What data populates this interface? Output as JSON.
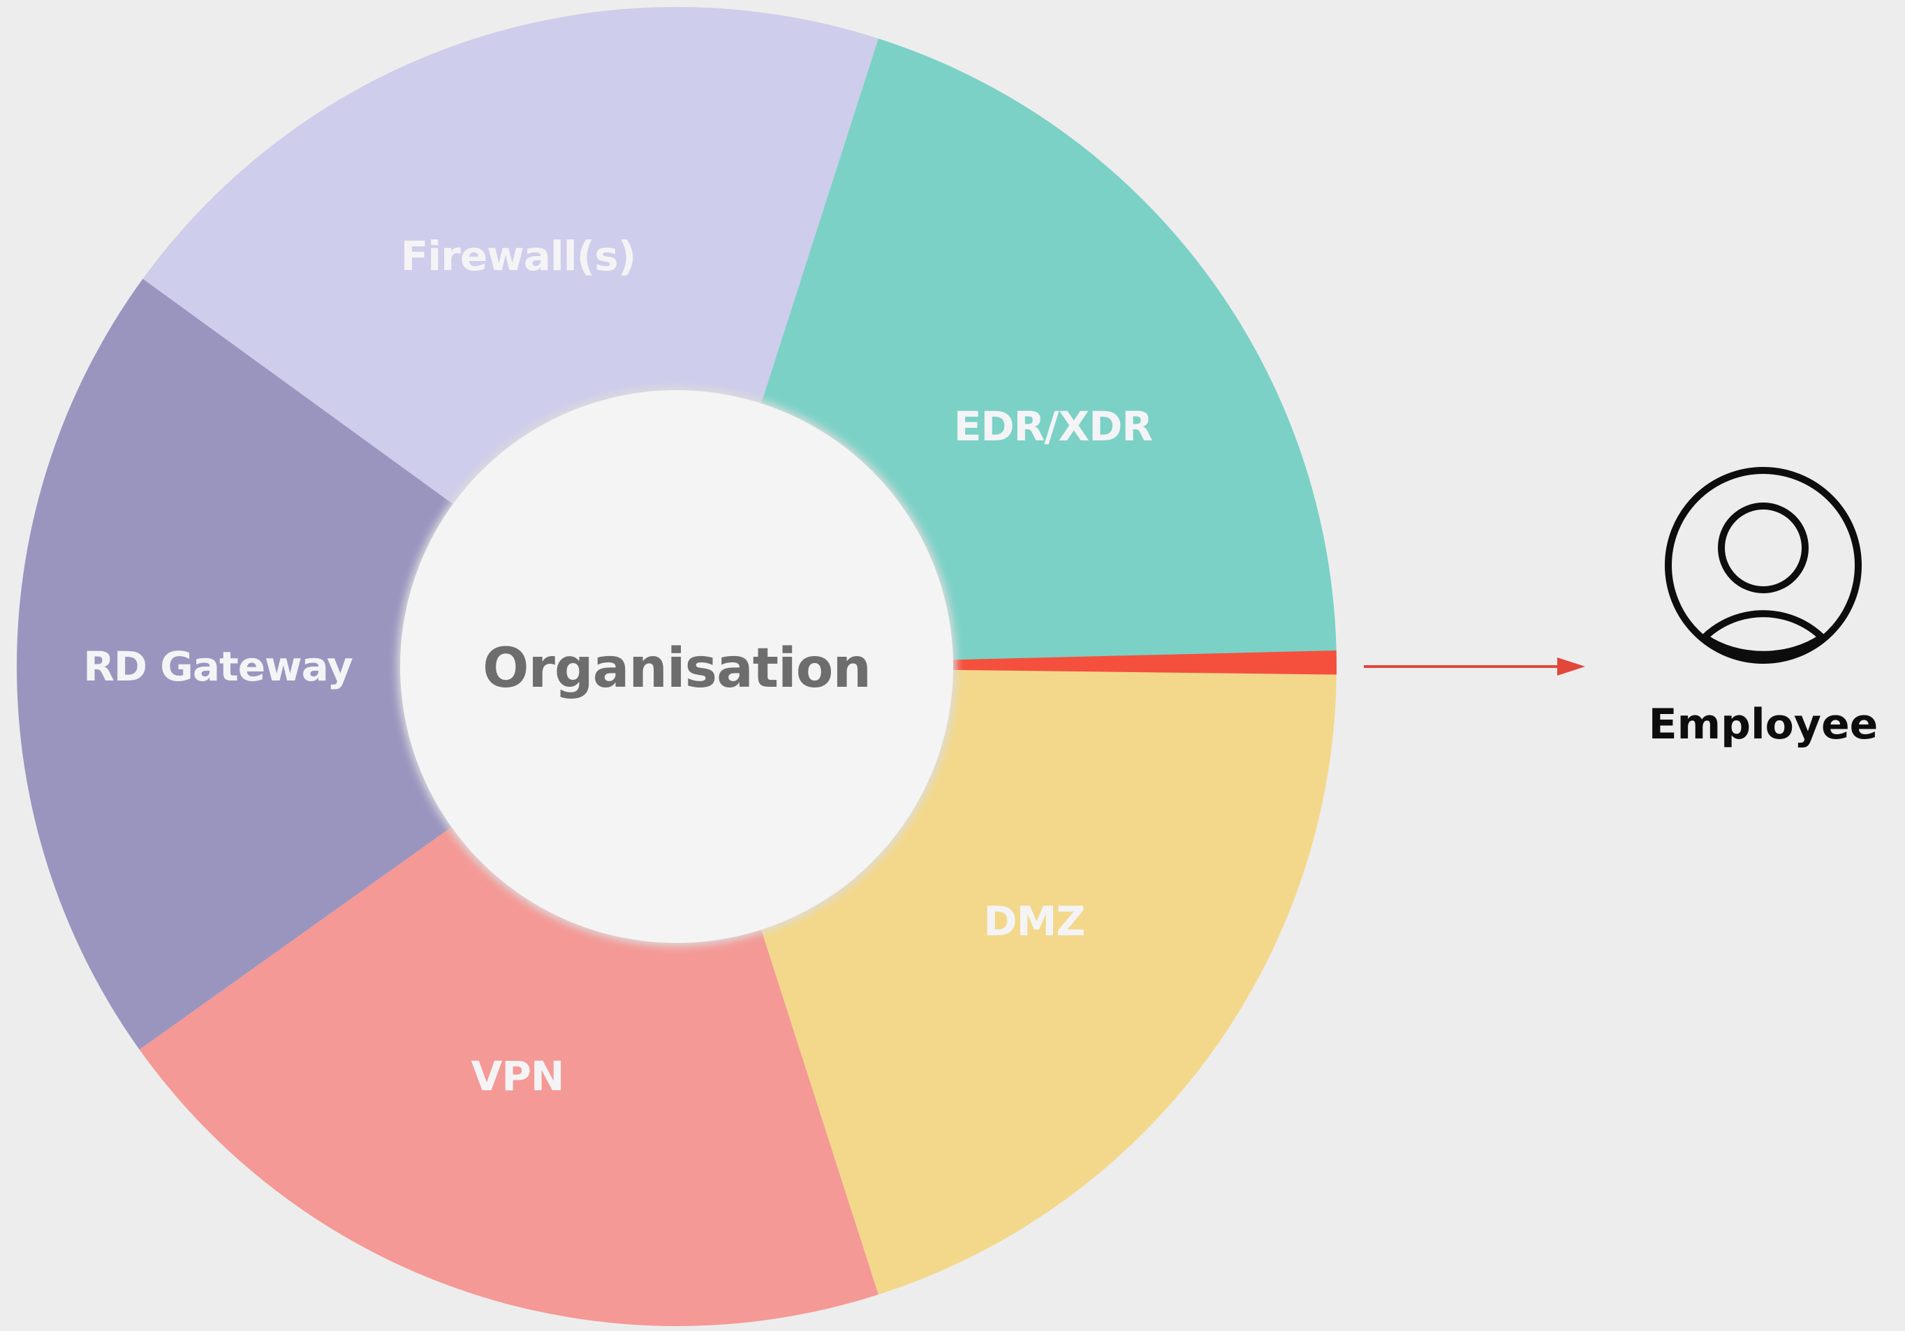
{
  "diagram": {
    "center": {
      "label": "Organisation",
      "color": "#f4f4f4",
      "text_color": "#6d6d6d"
    },
    "segments": [
      {
        "id": "firewall",
        "label": "Firewall(s)",
        "color": "#cecdeb"
      },
      {
        "id": "edr-xdr",
        "label": "EDR/XDR",
        "color": "#7bd1c6"
      },
      {
        "id": "breach",
        "label": "",
        "color": "#f5503d"
      },
      {
        "id": "dmz",
        "label": "DMZ",
        "color": "#f3d88b"
      },
      {
        "id": "vpn",
        "label": "VPN",
        "color": "#f49995"
      },
      {
        "id": "rd-gateway",
        "label": "RD Gateway",
        "color": "#9a95bf"
      }
    ],
    "arrow": {
      "color": "#e2473a"
    },
    "actor": {
      "label": "Employee",
      "icon": "user-circle-icon"
    }
  }
}
